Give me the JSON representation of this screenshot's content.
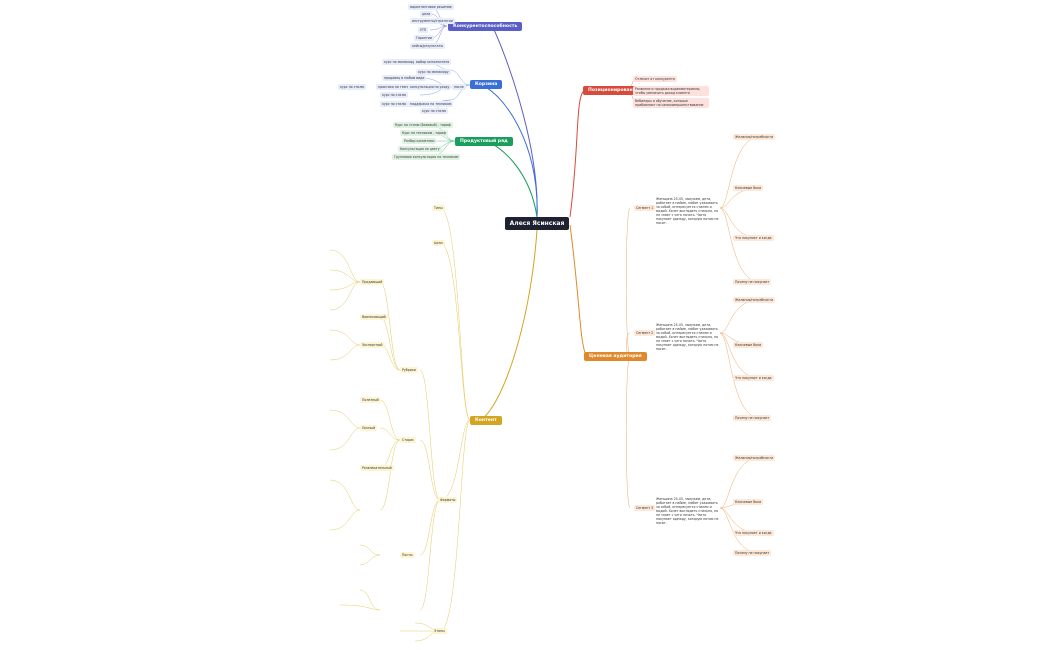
{
  "center": {
    "label": "Алеся Ясинская"
  },
  "branches": {
    "concurrency": "Конкурентоспособность",
    "basket": "Корзина",
    "product": "Продуктовый ряд",
    "positioning": "Позиционирование",
    "audience": "Целевая аудитория",
    "content": "Контент"
  },
  "concurrency_items": [
    "маркетинговое решение",
    "цели",
    "инструменты/стратегии",
    "УТП",
    "Гарантии",
    "кейсы/результаты"
  ],
  "basket_items": {
    "course": "курс по маникюру",
    "choose": "выбор исполнителя",
    "course2": "курс по маникюру",
    "seller": "продавец в любом виде",
    "practice": "практика по техникам",
    "consult": "консультация по уходу",
    "after": "после",
    "course3": "курс по стилю",
    "course4": "курс по стилю",
    "support": "поддержка по техникам",
    "course5": "курс по стилю",
    "final": "курс по стилю"
  },
  "product_items": [
    "Курс по стилю (базовый) - тариф",
    "Курс по техникам - тариф",
    "Разбор косметики",
    "Консультация по цвету",
    "Групповая консультация по техникам"
  ],
  "positioning_items": [
    "Отличит от конкурента",
    "Развитие и продажа видеоматериалы, чтобы увеличить доход клиента",
    "Вебинары и обучение, которые прибавляют на самосовершенствование"
  ],
  "audience_labels": [
    "Сегмент 1",
    "Сегмент 2",
    "Сегмент 3"
  ],
  "audience_sub": [
    "Желания/потребности",
    "Ключевые боли",
    "Что покупает и когда",
    "Почему не покупает"
  ],
  "content_labels": [
    "Типы",
    "Цели",
    "Форматы",
    "Этапы",
    "Рубрики",
    "Сторис",
    "Посты"
  ],
  "content_notes": [
    "Продающий",
    "Вовлекающий",
    "Экспертный",
    "Полезный",
    "Личный",
    "Развлекательный"
  ],
  "seg_text": "Женщина 25-45, замужем, дети, работает в найме, любит ухаживать за собой, интересуется стилем и модой. Хочет выглядеть стильно, но не знает с чего начать. Часто покупает одежду, которую потом не носит."
}
